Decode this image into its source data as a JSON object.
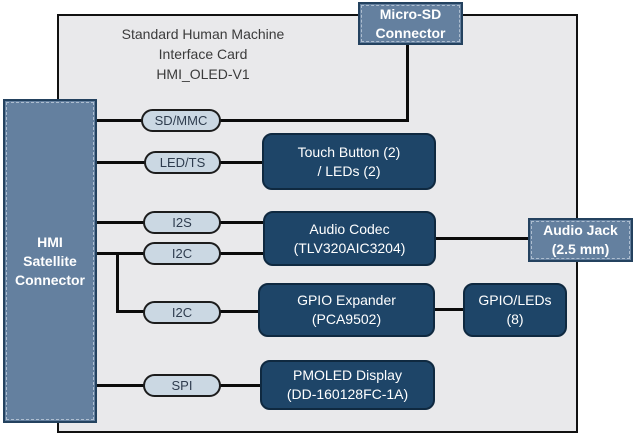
{
  "colors": {
    "canvas_bg": "#ffffff",
    "panel_bg": "#e9e9eb",
    "navy": "#1e4568",
    "navy_border": "#0f2940",
    "steel": "#64809f",
    "steel_border": "#24425f",
    "pill_bg": "#cbd8e3",
    "pill_border": "#1c1c1c",
    "pill_text": "#2e3c4e",
    "line": "#0b0b0b",
    "title_text": "#3b3b3b"
  },
  "title": {
    "line1": "Standard Human Machine",
    "line2": "Interface Card",
    "line3": "HMI_OLED-V1"
  },
  "connectors": {
    "hmi": {
      "line1": "HMI",
      "line2": "Satellite",
      "line3": "Connector"
    },
    "micro_sd": {
      "line1": "Micro-SD",
      "line2": "Connector"
    },
    "audio_jack": {
      "line1": "Audio Jack",
      "line2": "(2.5 mm)"
    }
  },
  "buses": {
    "sd_mmc": "SD/MMC",
    "led_ts": "LED/TS",
    "i2s": "I2S",
    "i2c_audio": "I2C",
    "i2c_gpio": "I2C",
    "spi": "SPI"
  },
  "blocks": {
    "touch": {
      "line1": "Touch Button (2)",
      "line2": "/ LEDs (2)"
    },
    "audio_codec": {
      "line1": "Audio Codec",
      "line2": "(TLV320AIC3204)"
    },
    "gpio_expander": {
      "line1": "GPIO Expander",
      "line2": "(PCA9502)"
    },
    "gpio_leds": {
      "line1": "GPIO/LEDs",
      "line2": "(8)"
    },
    "pmoled": {
      "line1": "PMOLED Display",
      "line2": "(DD-160128FC-1A)"
    }
  }
}
